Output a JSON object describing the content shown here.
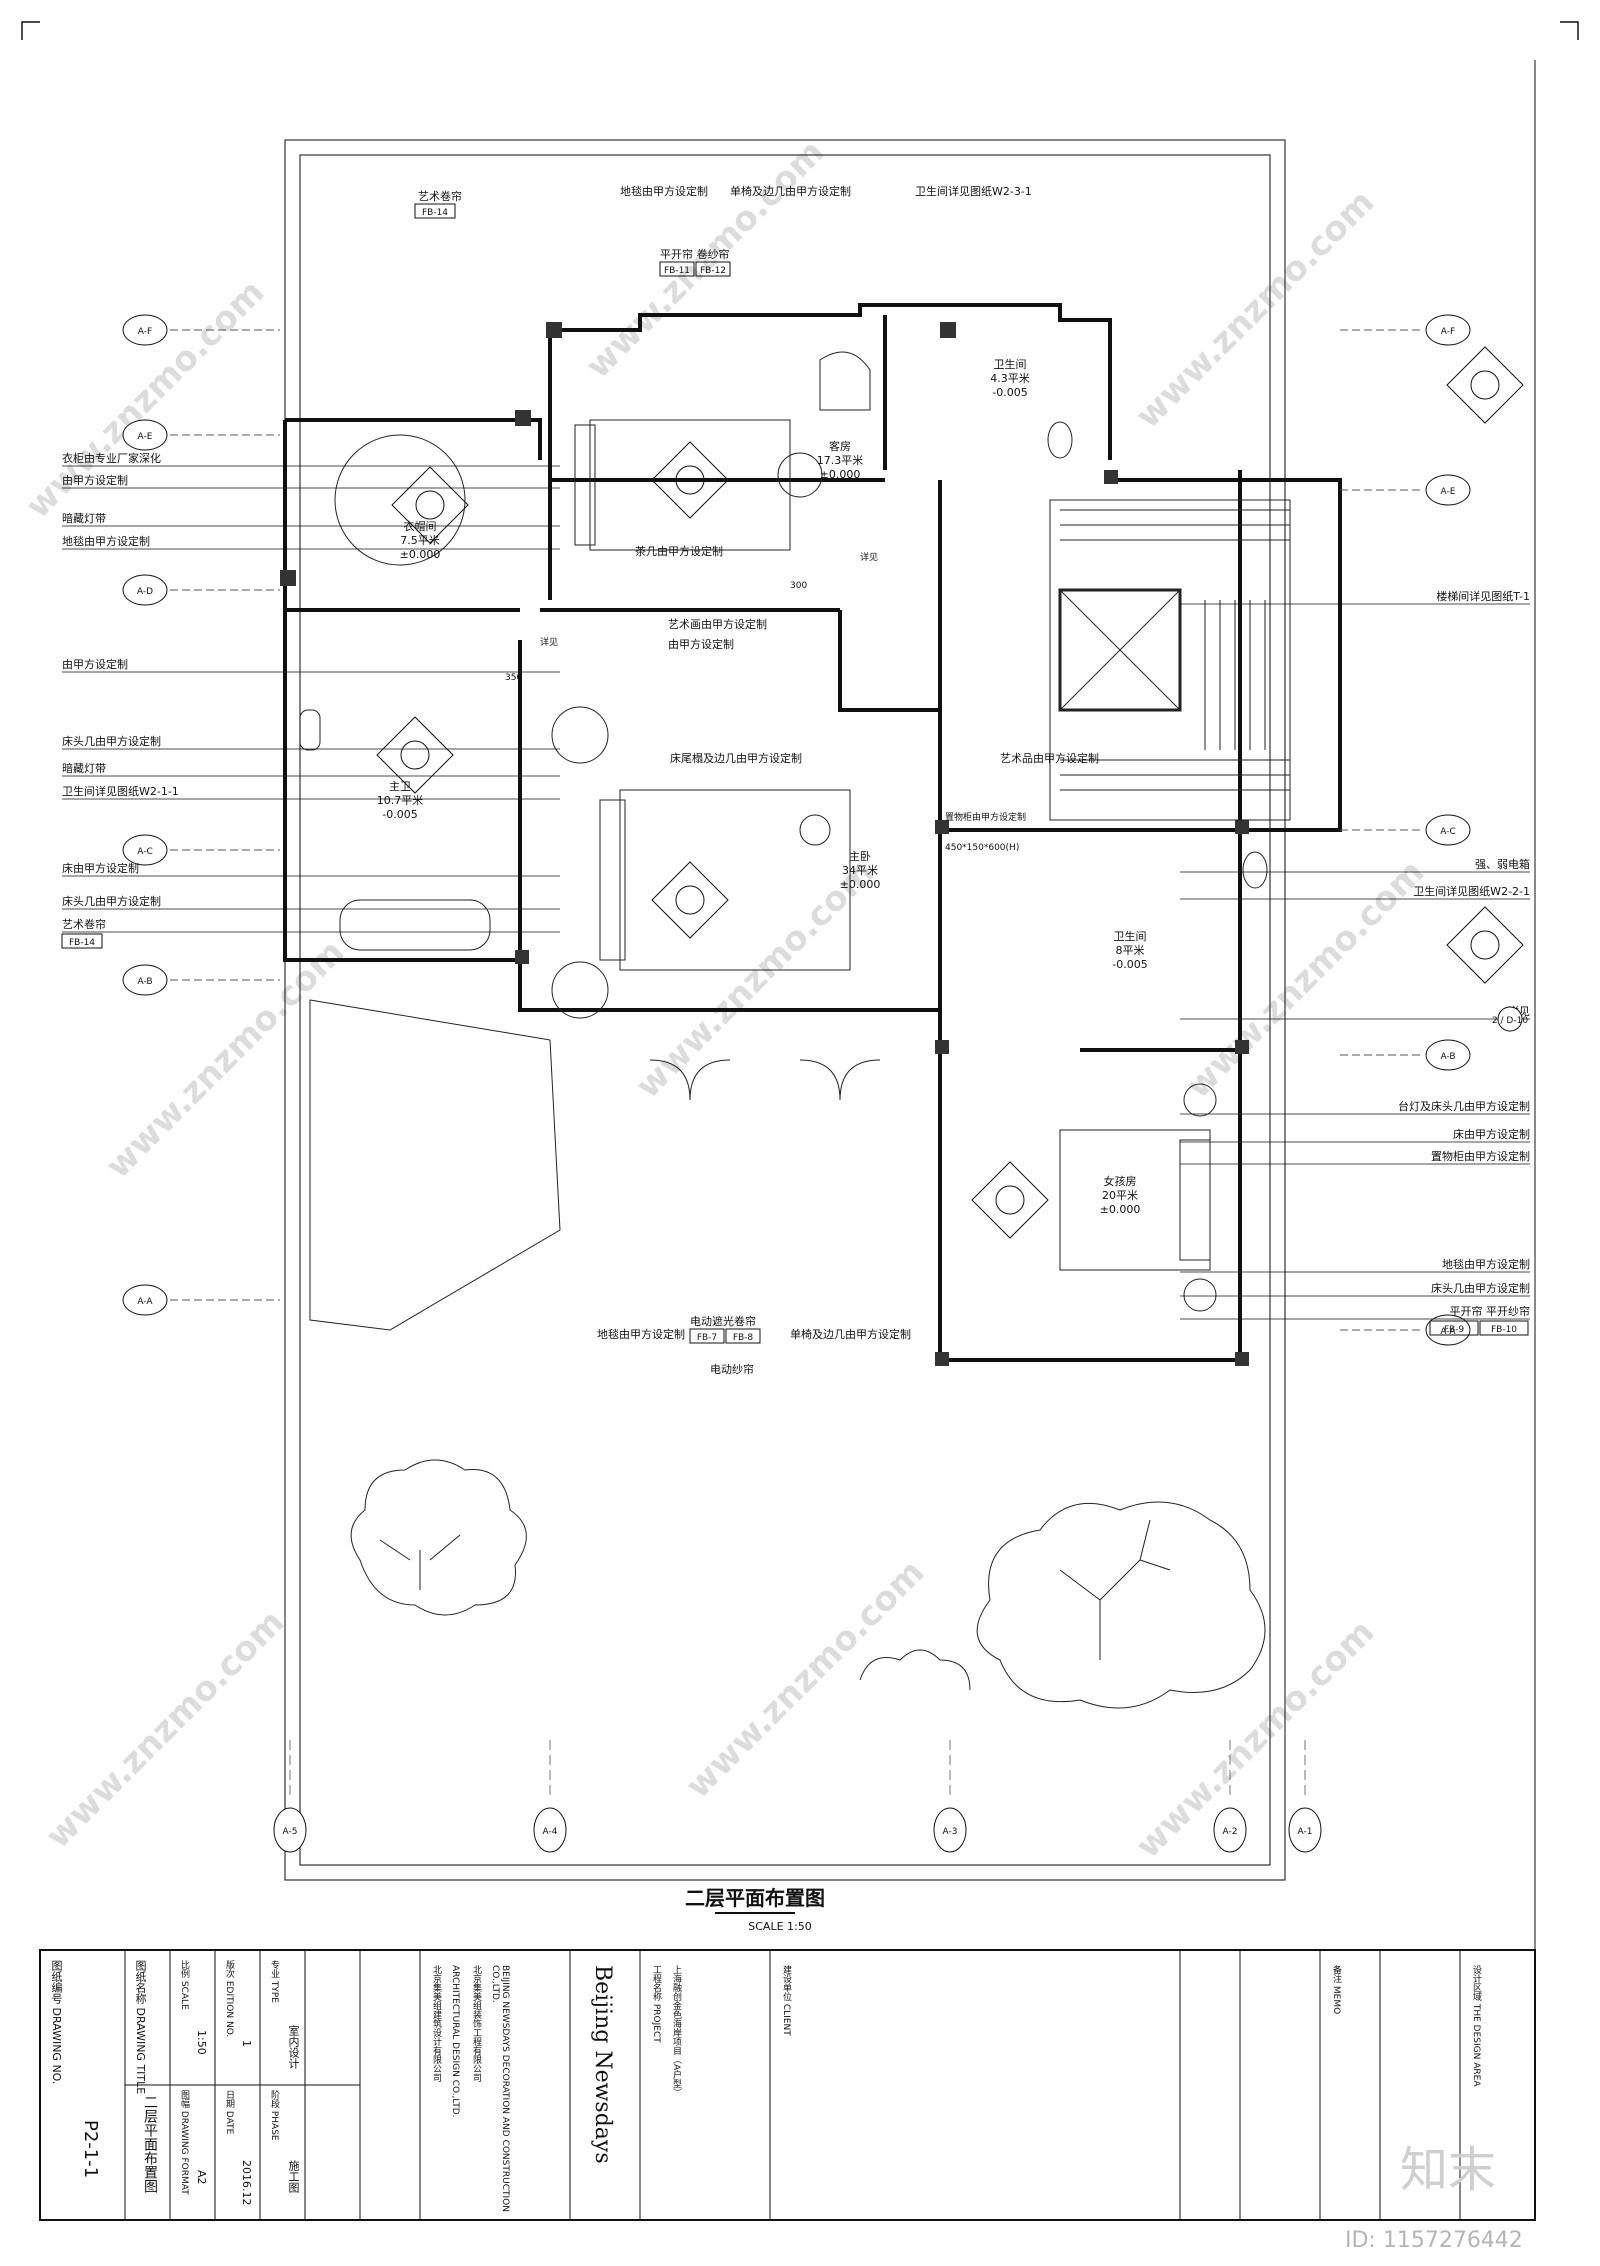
{
  "drawing": {
    "title": "二层平面布置图",
    "scale_label": "SCALE 1:50",
    "sheet_id": "ID: 1157276442",
    "brand_mark": "知末",
    "watermark_text": "www.znzmo.com"
  },
  "grid": {
    "vertical_axes": [
      "A-5",
      "A-4",
      "A-3",
      "A-2",
      "A-1"
    ],
    "horizontal_axes_left": [
      "A-F",
      "A-E",
      "A-D",
      "A-C",
      "A-B",
      "A-A"
    ],
    "horizontal_axes_right": [
      "A-F",
      "A-E",
      "A-C",
      "A-B",
      "A-A"
    ]
  },
  "rooms": [
    {
      "name": "客房",
      "area": "17.3平米",
      "level": "±0.000"
    },
    {
      "name": "卫生间",
      "area": "4.3平米",
      "level": "-0.005"
    },
    {
      "name": "衣帽间",
      "area": "7.5平米",
      "level": "±0.000"
    },
    {
      "name": "主卫",
      "area": "10.7平米",
      "level": "-0.005"
    },
    {
      "name": "主卧",
      "area": "34平米",
      "level": "±0.000"
    },
    {
      "name": "卫生间",
      "area": "8平米",
      "level": "-0.005"
    },
    {
      "name": "女孩房",
      "area": "20平米",
      "level": "±0.000"
    }
  ],
  "annotations_left": [
    {
      "text": "艺术卷帘",
      "code": "FB-14"
    },
    {
      "text": "衣柜由专业厂家深化",
      "code": ""
    },
    {
      "text": "由甲方设定制",
      "code": ""
    },
    {
      "text": "暗藏灯带",
      "code": ""
    },
    {
      "text": "地毯由甲方设定制",
      "code": ""
    },
    {
      "text": "由甲方设定制",
      "code": ""
    },
    {
      "text": "床头几由甲方设定制",
      "code": ""
    },
    {
      "text": "暗藏灯带",
      "code": ""
    },
    {
      "text": "卫生间详见图纸W2-1-1",
      "code": ""
    },
    {
      "text": "床由甲方设定制",
      "code": ""
    },
    {
      "text": "床头几由甲方设定制",
      "code": ""
    },
    {
      "text": "艺术卷帘",
      "code": "FB-14"
    }
  ],
  "annotations_top": [
    {
      "text": "地毯由甲方设定制"
    },
    {
      "text": "单椅及边几由甲方设定制"
    },
    {
      "text": "卫生间详见图纸W2-3-1"
    },
    {
      "text": "平开帘 卷纱帘",
      "codes": [
        "FB-11",
        "FB-12"
      ]
    },
    {
      "text": "茶几由甲方设定制"
    },
    {
      "text": "艺术画由甲方设定制"
    },
    {
      "text": "由甲方设定制"
    },
    {
      "text": "床尾榻及边几由甲方设定制"
    },
    {
      "text": "艺术品由甲方设定制"
    }
  ],
  "annotations_right": [
    {
      "text": "楼梯间详见图纸T-1"
    },
    {
      "text": "强、弱电箱"
    },
    {
      "text": "卫生间详见图纸W2-2-1"
    },
    {
      "text": "详见",
      "ref": "2 / D-10"
    },
    {
      "text": "台灯及床头几由甲方设定制"
    },
    {
      "text": "床由甲方设定制"
    },
    {
      "text": "置物柜由甲方设定制"
    },
    {
      "text": "地毯由甲方设定制"
    },
    {
      "text": "床头几由甲方设定制"
    },
    {
      "text": "平开帘 平开纱帘",
      "codes": [
        "FB-9",
        "FB-10"
      ]
    }
  ],
  "annotations_bottom": [
    {
      "text": "地毯由甲方设定制"
    },
    {
      "text": "电动遮光卷帘",
      "codes": [
        "FB-7",
        "FB-8"
      ]
    },
    {
      "text": "电动纱帘"
    },
    {
      "text": "单椅及边几由甲方设定制"
    }
  ],
  "inline_notes": {
    "cabinet": "置物柜由甲方设定制",
    "dim_450": "450*150*600(H)",
    "dim_350": "350",
    "dim_300": "300",
    "detail_ref_1": "详见",
    "detail_ref_2": "详见"
  },
  "title_block": {
    "design_area": "设计区域 THE DESIGN AREA",
    "memo": "备注 MEMO",
    "client": "建设单位 CLIENT",
    "project": "工程名称 PROJECT",
    "project_name": "上海融创金色海岸项目（A户型）",
    "company_logo": "Beijing Newsdays",
    "company_cn": "北京集美组建筑设计有限公司",
    "company_en": "ARCHITECTURAL DESIGN CO.,LTD.",
    "company_cn2": "北京集美组装饰工程有限公司",
    "company_en2": "BEIJING NEWSDAYS DECORATION AND CONSTRUCTION CO.,LTD.",
    "drawing_title_label": "图纸名称 DRAWING TITLE",
    "drawing_title": "二层平面布置图",
    "drawing_no_label": "图纸编号 DRAWING NO.",
    "drawing_no": "P2-1-1",
    "scale_label": "比例 SCALE",
    "scale": "1:50",
    "format_label": "图幅 DRAWING FORMAT",
    "format": "A2",
    "type_label": "专业 TYPE",
    "type": "室内设计",
    "phase_label": "阶段 PHASE",
    "phase": "施工图",
    "edition_label": "版次 EDITION NO.",
    "edition": "1",
    "date_label": "日期 DATE",
    "date": "2016.12"
  }
}
